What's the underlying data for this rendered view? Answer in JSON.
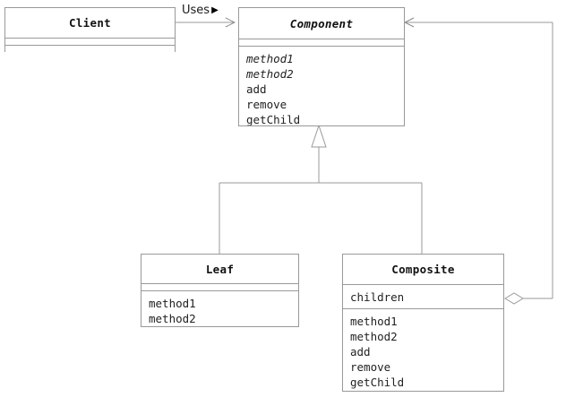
{
  "diagram": {
    "title": "Composite pattern UML class diagram",
    "stroke_color": "#999999",
    "text_color": "#111111",
    "background_color": "#ffffff"
  },
  "classes": {
    "client": {
      "name": "Client",
      "abstract": false,
      "attributes": [],
      "operations": []
    },
    "component": {
      "name": "Component",
      "abstract": true,
      "attributes": [],
      "operations": [
        {
          "label": "method1",
          "abstract": true
        },
        {
          "label": "method2",
          "abstract": true
        },
        {
          "label": "add",
          "abstract": false
        },
        {
          "label": "remove",
          "abstract": false
        },
        {
          "label": "getChild",
          "abstract": false
        }
      ]
    },
    "leaf": {
      "name": "Leaf",
      "abstract": false,
      "attributes": [],
      "operations": [
        {
          "label": "method1",
          "abstract": false
        },
        {
          "label": "method2",
          "abstract": false
        }
      ]
    },
    "composite": {
      "name": "Composite",
      "abstract": false,
      "attributes": [
        {
          "label": "children"
        }
      ],
      "operations": [
        {
          "label": "method1",
          "abstract": false
        },
        {
          "label": "method2",
          "abstract": false
        },
        {
          "label": "add",
          "abstract": false
        },
        {
          "label": "remove",
          "abstract": false
        },
        {
          "label": "getChild",
          "abstract": false
        }
      ]
    }
  },
  "relationships": {
    "uses": {
      "label": "Uses",
      "direction_marker": "▶",
      "from": "Client",
      "to": "Component",
      "type": "dependency"
    },
    "leaf_inheritance": {
      "from": "Leaf",
      "to": "Component",
      "type": "generalization"
    },
    "composite_inheritance": {
      "from": "Composite",
      "to": "Component",
      "type": "generalization"
    },
    "composite_aggregation": {
      "from": "Composite",
      "to": "Component",
      "type": "aggregation"
    }
  }
}
